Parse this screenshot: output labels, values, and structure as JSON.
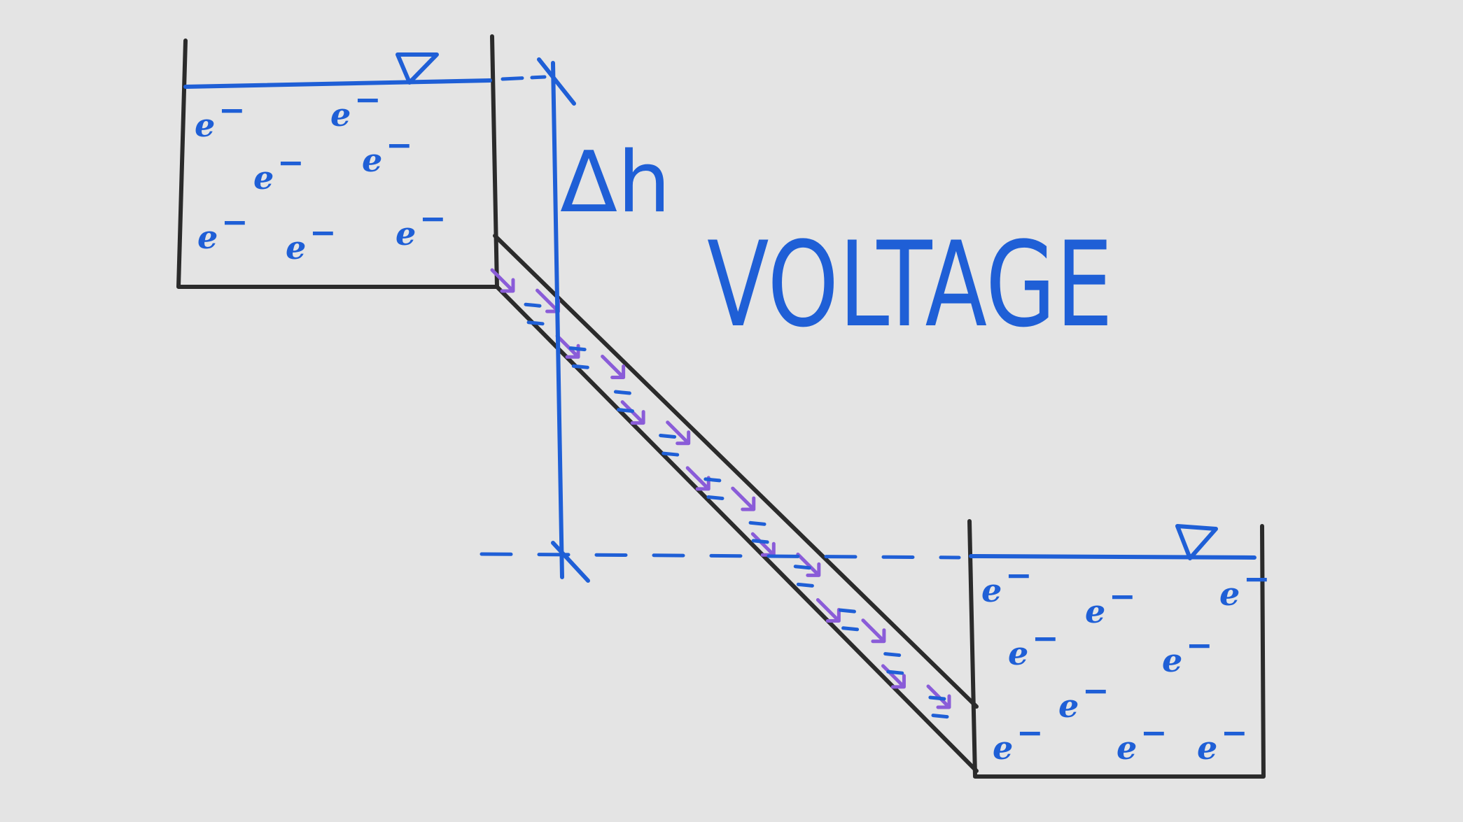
{
  "diagram": {
    "delta_symbol": "Δh",
    "voltage_label": "VOLTAGE",
    "electron_label": "e",
    "electron_superscript": "−",
    "colors": {
      "background": "#e4e4e4",
      "ink_black": "#2b2b2b",
      "ink_blue": "#1f5fd6",
      "ink_purple": "#8a5cd8"
    },
    "icons": [
      "water-level-triangle-icon",
      "flow-arrow-icon"
    ]
  }
}
